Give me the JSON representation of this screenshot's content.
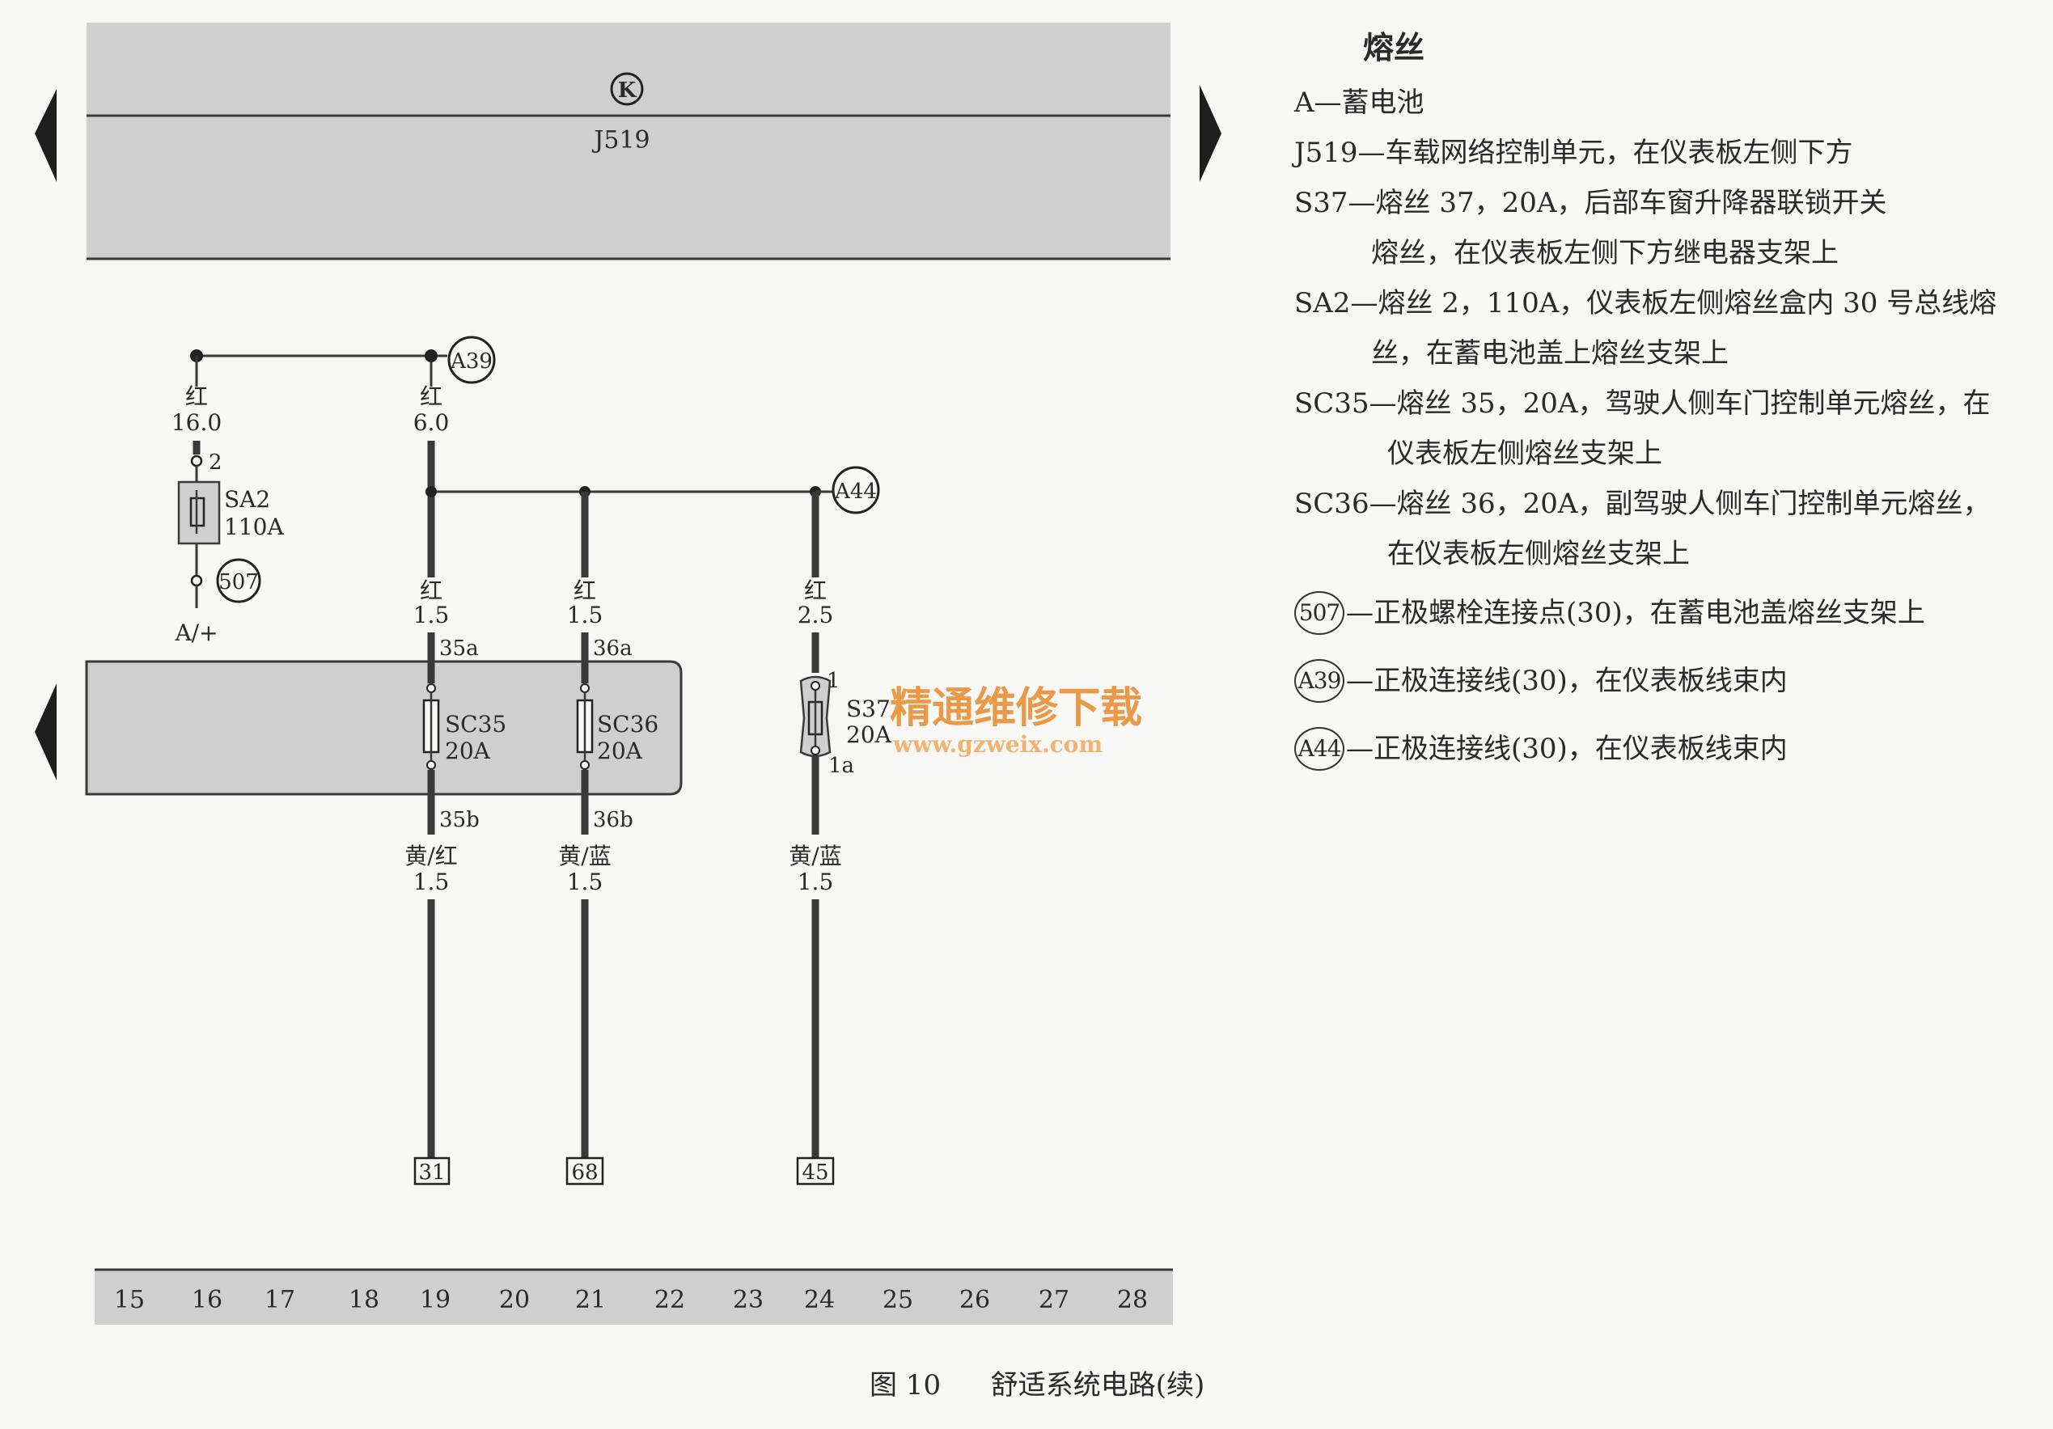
{
  "diagram": {
    "top_module": {
      "label": "J519",
      "symbol": "K"
    },
    "connectors": {
      "a39": "A39",
      "a44": "A44",
      "c507": "507"
    },
    "battery_terminal": "A/+",
    "wires": {
      "w_sa2": {
        "color": "红",
        "size": "16.0"
      },
      "w_a39": {
        "color": "红",
        "size": "6.0"
      },
      "w_sc35_in": {
        "color": "红",
        "size": "1.5"
      },
      "w_sc36_in": {
        "color": "红",
        "size": "1.5"
      },
      "w_s37_in": {
        "color": "红",
        "size": "2.5"
      },
      "w_sc35_out": {
        "color": "黄/红",
        "size": "1.5"
      },
      "w_sc36_out": {
        "color": "黄/蓝",
        "size": "1.5"
      },
      "w_s37_out": {
        "color": "黄/蓝",
        "size": "1.5"
      }
    },
    "fuses": {
      "sa2": {
        "name": "SA2",
        "rating": "110A",
        "pin_top": "2"
      },
      "sc35": {
        "name": "SC35",
        "rating": "20A",
        "pin_in": "35a",
        "pin_out": "35b"
      },
      "sc36": {
        "name": "SC36",
        "rating": "20A",
        "pin_in": "36a",
        "pin_out": "36b"
      },
      "s37": {
        "name": "S37",
        "rating": "20A",
        "pin_in": "1",
        "pin_out": "1a"
      }
    },
    "terminals": [
      "31",
      "68",
      "45"
    ],
    "grid_numbers": [
      "15",
      "16",
      "17",
      "18",
      "19",
      "20",
      "21",
      "22",
      "23",
      "24",
      "25",
      "26",
      "27",
      "28"
    ],
    "watermark": {
      "line1": "精通维修下载",
      "line2": "www.gzweix.com"
    }
  },
  "legend": {
    "title": "熔丝",
    "items": [
      {
        "text": "A—蓄电池"
      },
      {
        "text": "J519—车载网络控制单元，在仪表板左侧下方"
      },
      {
        "text": "S37—熔丝 37，20A，后部车窗升降器联锁开关",
        "cont": "熔丝，在仪表板左侧下方继电器支架上"
      },
      {
        "text": "SA2—熔丝 2，110A，仪表板左侧熔丝盒内 30 号总线熔",
        "cont": "丝，在蓄电池盖上熔丝支架上"
      },
      {
        "text": "SC35—熔丝 35，20A，驾驶人侧车门控制单元熔丝，在",
        "cont": "仪表板左侧熔丝支架上"
      },
      {
        "text": "SC36—熔丝 36，20A，副驾驶人侧车门控制单元熔丝，",
        "cont": "在仪表板左侧熔丝支架上"
      }
    ],
    "circle_items": [
      {
        "code": "507",
        "text": "—正极螺栓连接点(30)，在蓄电池盖熔丝支架上"
      },
      {
        "code": "A39",
        "text": "—正极连接线(30)，在仪表板线束内"
      },
      {
        "code": "A44",
        "text": "—正极连接线(30)，在仪表板线束内"
      }
    ]
  },
  "caption": {
    "figure": "图 10",
    "title": "舒适系统电路(续)"
  },
  "colors": {
    "panel": "#cfcfcf",
    "wire": "#3a3a3a",
    "watermark_top": "#e8892c",
    "watermark_bottom": "#f0a858"
  }
}
